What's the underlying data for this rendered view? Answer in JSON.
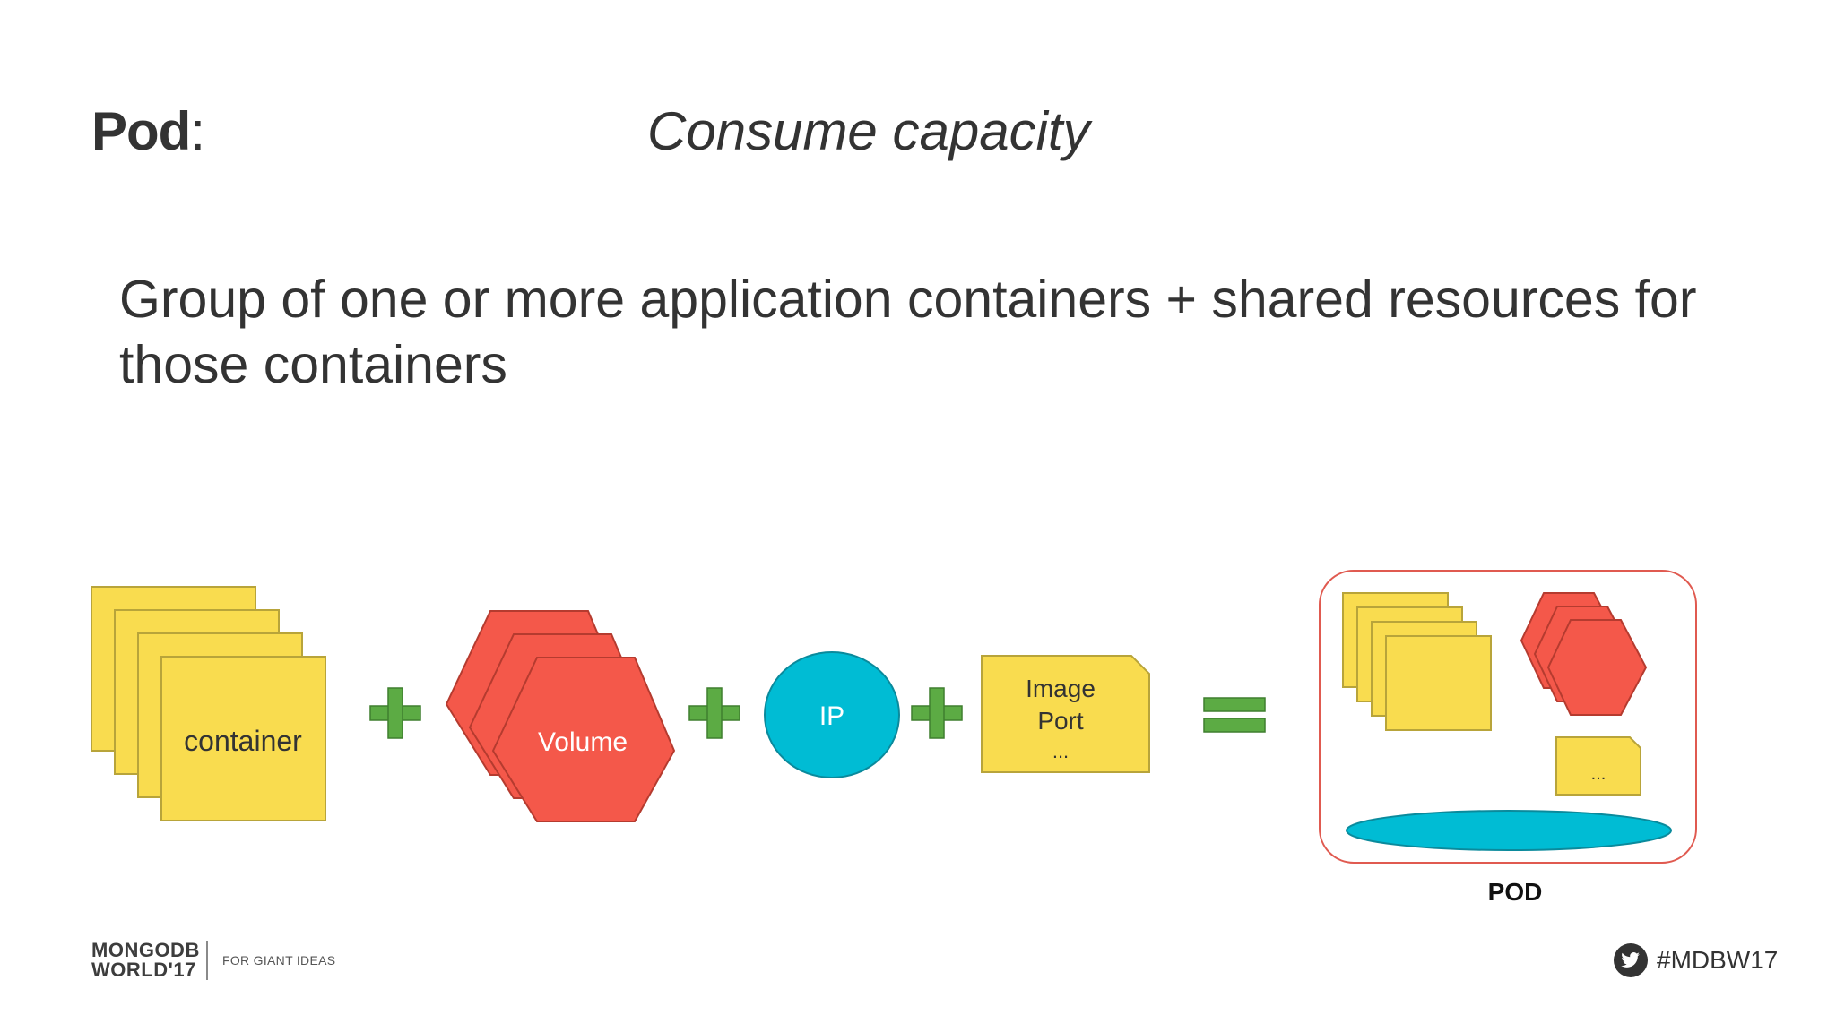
{
  "slide": {
    "title_bold": "Pod",
    "title_colon": ":",
    "subtitle": "Consume capacity",
    "body": "Group of one or more application containers +  shared resources for those containers"
  },
  "diagram": {
    "container_label": "container",
    "volume_label": "Volume",
    "ip_label": "IP",
    "resource_line1": "Image",
    "resource_line2": "Port",
    "resource_line3": "...",
    "pod_small_label": "...",
    "pod_label": "POD",
    "colors": {
      "yellow": "#f9dc4f",
      "yellow_stroke": "#b8a43a",
      "red": "#f4584a",
      "red_stroke": "#b53b2f",
      "cyan": "#00bcd4",
      "cyan_stroke": "#0a8a9c",
      "green": "#5cab44",
      "pod_border": "#e05a50"
    }
  },
  "footer": {
    "logo_line1": "MONGODB",
    "logo_line2": "WORLD'17",
    "tagline": "FOR GIANT IDEAS",
    "hashtag": "#MDBW17"
  }
}
